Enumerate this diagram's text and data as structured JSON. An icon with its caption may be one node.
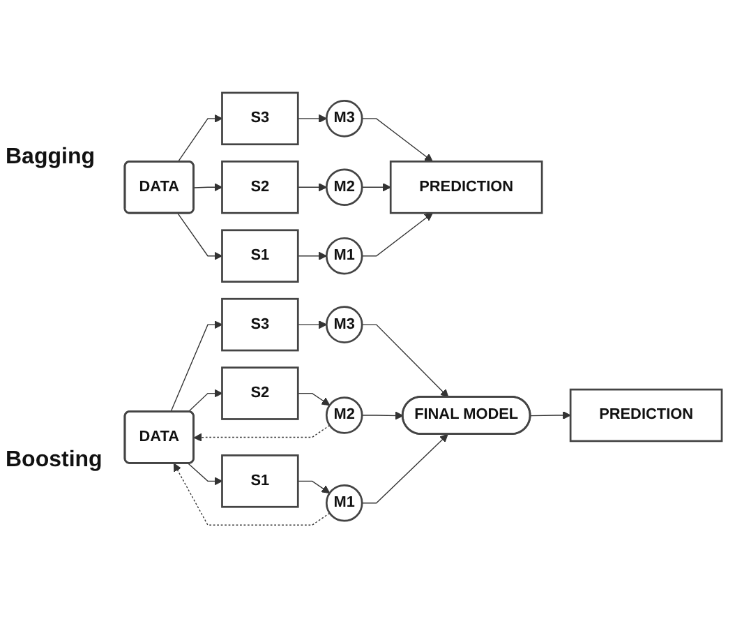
{
  "diagram": {
    "nodes": [
      {
        "text": [
          "DATA"
        ]
      },
      {
        "text": [
          "S3"
        ]
      },
      {
        "text": [
          "M3"
        ]
      },
      {
        "text": [
          "S2"
        ]
      },
      {
        "text": [
          "M2"
        ]
      },
      {
        "text": [
          "S1"
        ]
      },
      {
        "text": [
          "M1"
        ]
      },
      {
        "text": [
          "PREDICTION"
        ]
      },
      {
        "text": [
          "DATA"
        ]
      },
      {
        "text": [
          "S3"
        ]
      },
      {
        "text": [
          "M3"
        ]
      },
      {
        "text": [
          "S2"
        ]
      },
      {
        "text": [
          "M2"
        ]
      },
      {
        "text": [
          "S1"
        ]
      },
      {
        "text": [
          "M1"
        ]
      },
      {
        "text": [
          "FINAL MODEL"
        ]
      },
      {
        "text": [
          "PREDICTION"
        ]
      }
    ],
    "edges": [
      {
        "from": 0,
        "to": 1,
        "arrow": "to"
      },
      {
        "from": 0,
        "to": 3,
        "arrow": "to"
      },
      {
        "from": 0,
        "to": 5,
        "arrow": "to"
      },
      {
        "from": 1,
        "to": 2,
        "arrow": "to"
      },
      {
        "from": 3,
        "to": 4,
        "arrow": "to"
      },
      {
        "from": 5,
        "to": 6,
        "arrow": "to"
      },
      {
        "from": 2,
        "to": 7,
        "arrow": "to"
      },
      {
        "from": 4,
        "to": 7,
        "arrow": "to"
      },
      {
        "from": 6,
        "to": 7,
        "arrow": "to"
      },
      {
        "from": 8,
        "to": 9,
        "arrow": "to"
      },
      {
        "from": 8,
        "to": 11,
        "arrow": "to"
      },
      {
        "from": 8,
        "to": 13,
        "arrow": "to"
      },
      {
        "from": 9,
        "to": 10,
        "arrow": "to"
      },
      {
        "from": 11,
        "to": 12,
        "arrow": "to"
      },
      {
        "from": 13,
        "to": 14,
        "arrow": "to"
      },
      {
        "from": 12,
        "to": 8,
        "arrow": "to",
        "style": "dashed"
      },
      {
        "from": 14,
        "to": 8,
        "arrow": "to",
        "style": "dashed"
      },
      {
        "from": 10,
        "to": 15,
        "arrow": "to"
      },
      {
        "from": 12,
        "to": 15,
        "arrow": "to"
      },
      {
        "from": 14,
        "to": 15,
        "arrow": "to"
      },
      {
        "from": 15,
        "to": 16,
        "arrow": "to"
      }
    ],
    "labels": [
      "Bagging",
      "Boosting"
    ]
  }
}
